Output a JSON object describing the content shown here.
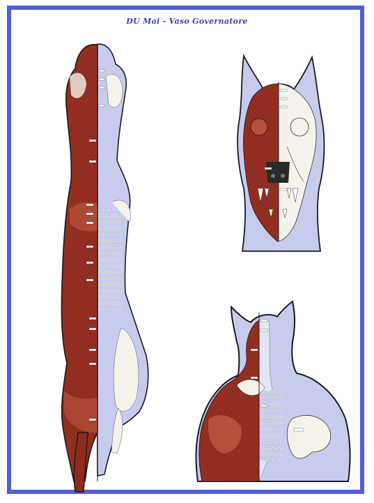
{
  "title": "DU Mai - Vaso Governatore",
  "colors": {
    "border": "#4f5fd4",
    "title": "#3a3fb8",
    "muscle": "#8e2a1e",
    "muscle_light": "#b5503a",
    "skeleton_bg": "#c7cbee",
    "bone": "#f4f2ea",
    "outline": "#1a1a1a"
  },
  "figures": [
    {
      "id": "full-body",
      "view": "dorsal"
    },
    {
      "id": "head-front",
      "view": "frontal"
    },
    {
      "id": "head-neck-chest",
      "view": "frontal"
    }
  ]
}
